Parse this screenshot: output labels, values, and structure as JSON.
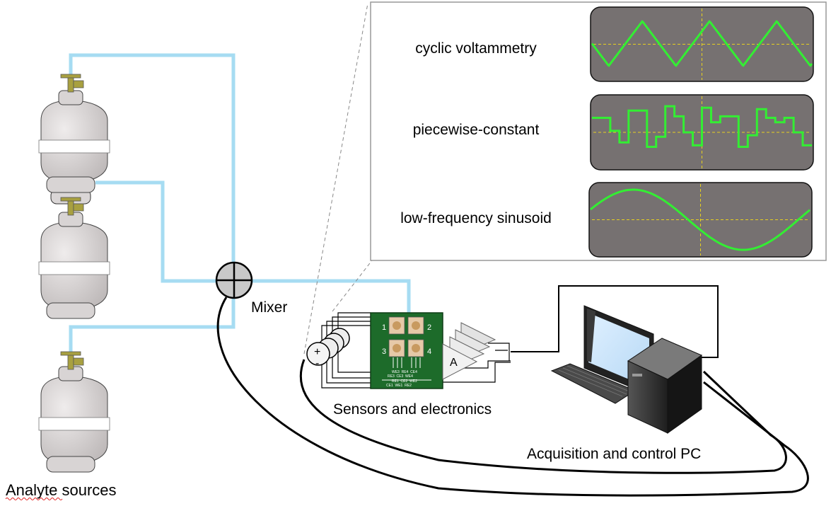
{
  "labels": {
    "analyte_sources": "Analyte sources",
    "mixer": "Mixer",
    "sensors": "Sensors and electronics",
    "pc": "Acquisition and control PC"
  },
  "waveforms": [
    {
      "label": "cyclic voltammetry",
      "shape": "triangle"
    },
    {
      "label": "piecewise-constant",
      "shape": "piecewise"
    },
    {
      "label": "low-frequency sinusoid",
      "shape": "sine"
    }
  ],
  "source": {
    "plus": "+",
    "minus": "-"
  },
  "amplifier": {
    "label": "A"
  },
  "pcb": {
    "numbers": [
      "1",
      "2",
      "3",
      "4"
    ],
    "pin_row_1": "WE3  RE4  CE4",
    "pin_row_2": "RE3  CE3  WE4",
    "pin_row_3": "RE1  CE2  WE2",
    "pin_row_4": "CE1  WE1  RE2"
  },
  "colors": {
    "tube": "#a6dcf2",
    "panel_bg": "#767171",
    "trace": "#33ee33",
    "axis_dash": "#e6d020",
    "pcb": "#1d6b2a",
    "tank": "#dad6d6"
  }
}
